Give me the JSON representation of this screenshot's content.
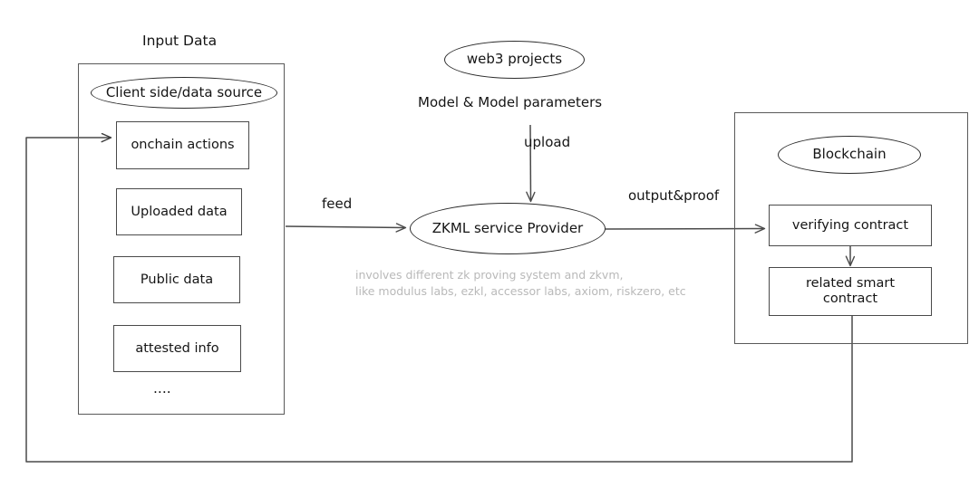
{
  "diagram": {
    "type": "flowchart",
    "style": "hand-drawn-excalidraw",
    "background": "#ffffff",
    "stroke_color": "#4a4a4a",
    "text_color": "#151515",
    "caption_color": "#b9b9b9"
  },
  "labels": {
    "input_data_title": "Input Data",
    "feed": "feed",
    "upload": "upload",
    "model_params": "Model & Model parameters",
    "output_proof": "output&proof",
    "ellipsis": "...."
  },
  "input_group": {
    "title": "Input Data",
    "header_ellipse": "Client side/data source",
    "items": [
      {
        "label": "onchain actions"
      },
      {
        "label": "Uploaded data"
      },
      {
        "label": "Public data"
      },
      {
        "label": "attested info"
      }
    ],
    "more": "...."
  },
  "web3": {
    "ellipse_label": "web3 projects",
    "edge_label": "Model & Model parameters",
    "arrow_label": "upload"
  },
  "service": {
    "ellipse_label": "ZKML service Provider",
    "caption": "involves different zk proving system and zkvm,\nlike modulus labs, ezkl, accessor labs, axiom, riskzero, etc"
  },
  "blockchain_group": {
    "header_ellipse": "Blockchain",
    "items": [
      {
        "label": "verifying contract"
      },
      {
        "label": "related smart\ncontract"
      }
    ]
  },
  "edges": [
    {
      "from": "input-data-group",
      "to": "zkml-service-provider",
      "label": "feed"
    },
    {
      "from": "web3-projects",
      "to": "zkml-service-provider",
      "label": "upload"
    },
    {
      "from": "zkml-service-provider",
      "to": "verifying-contract",
      "label": "output&proof"
    },
    {
      "from": "verifying-contract",
      "to": "related-smart-contract",
      "label": ""
    },
    {
      "from": "related-smart-contract",
      "to": "onchain-actions",
      "label": ""
    }
  ]
}
